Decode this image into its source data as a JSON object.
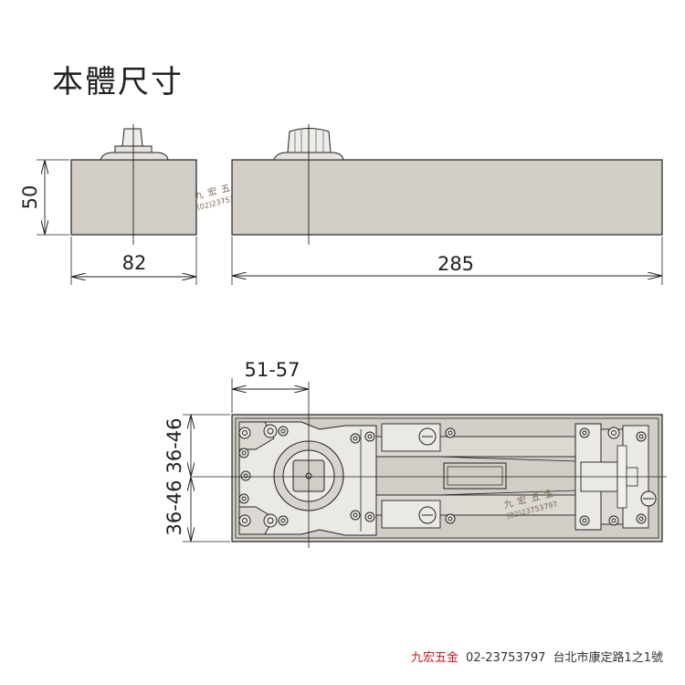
{
  "title": "本體尺寸",
  "dimensions": {
    "side_height": "50",
    "side_width": "82",
    "front_length": "285",
    "spindle_offset": "51-57",
    "half_width_top": "36-46",
    "half_width_bottom": "36-46"
  },
  "watermark": {
    "name": "九 宏 五 金",
    "phone": "(02)23753797"
  },
  "footer": {
    "brand": "九宏五金",
    "phone": "02-23753797",
    "address": "台北市康定路1之1號"
  },
  "colors": {
    "body_fill": "#d2cdc6",
    "outline": "#222222",
    "brand_red": "#c8161d"
  }
}
